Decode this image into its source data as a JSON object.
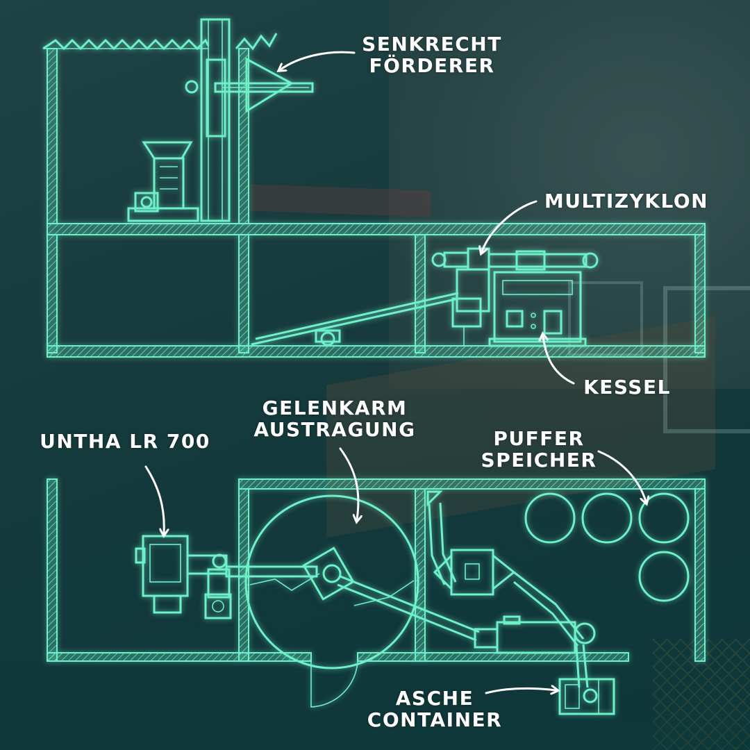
{
  "diagram": {
    "labels": {
      "senkrecht_foerderer": [
        "SENKRECHT",
        "FÖRDERER"
      ],
      "multizyklon": "MULTIZYKLON",
      "kessel": "KESSEL",
      "untha": "UNTHA LR 700",
      "gelenkarm": [
        "GELENKARM",
        "AUSTRAGUNG"
      ],
      "puffer": [
        "PUFFER",
        "SPEICHER"
      ],
      "asche": [
        "ASCHE",
        "CONTAINER"
      ]
    },
    "colors": {
      "blueprint_line": "#6ef0c9",
      "label_text": "#ffffff",
      "background": "#143c3e"
    }
  }
}
